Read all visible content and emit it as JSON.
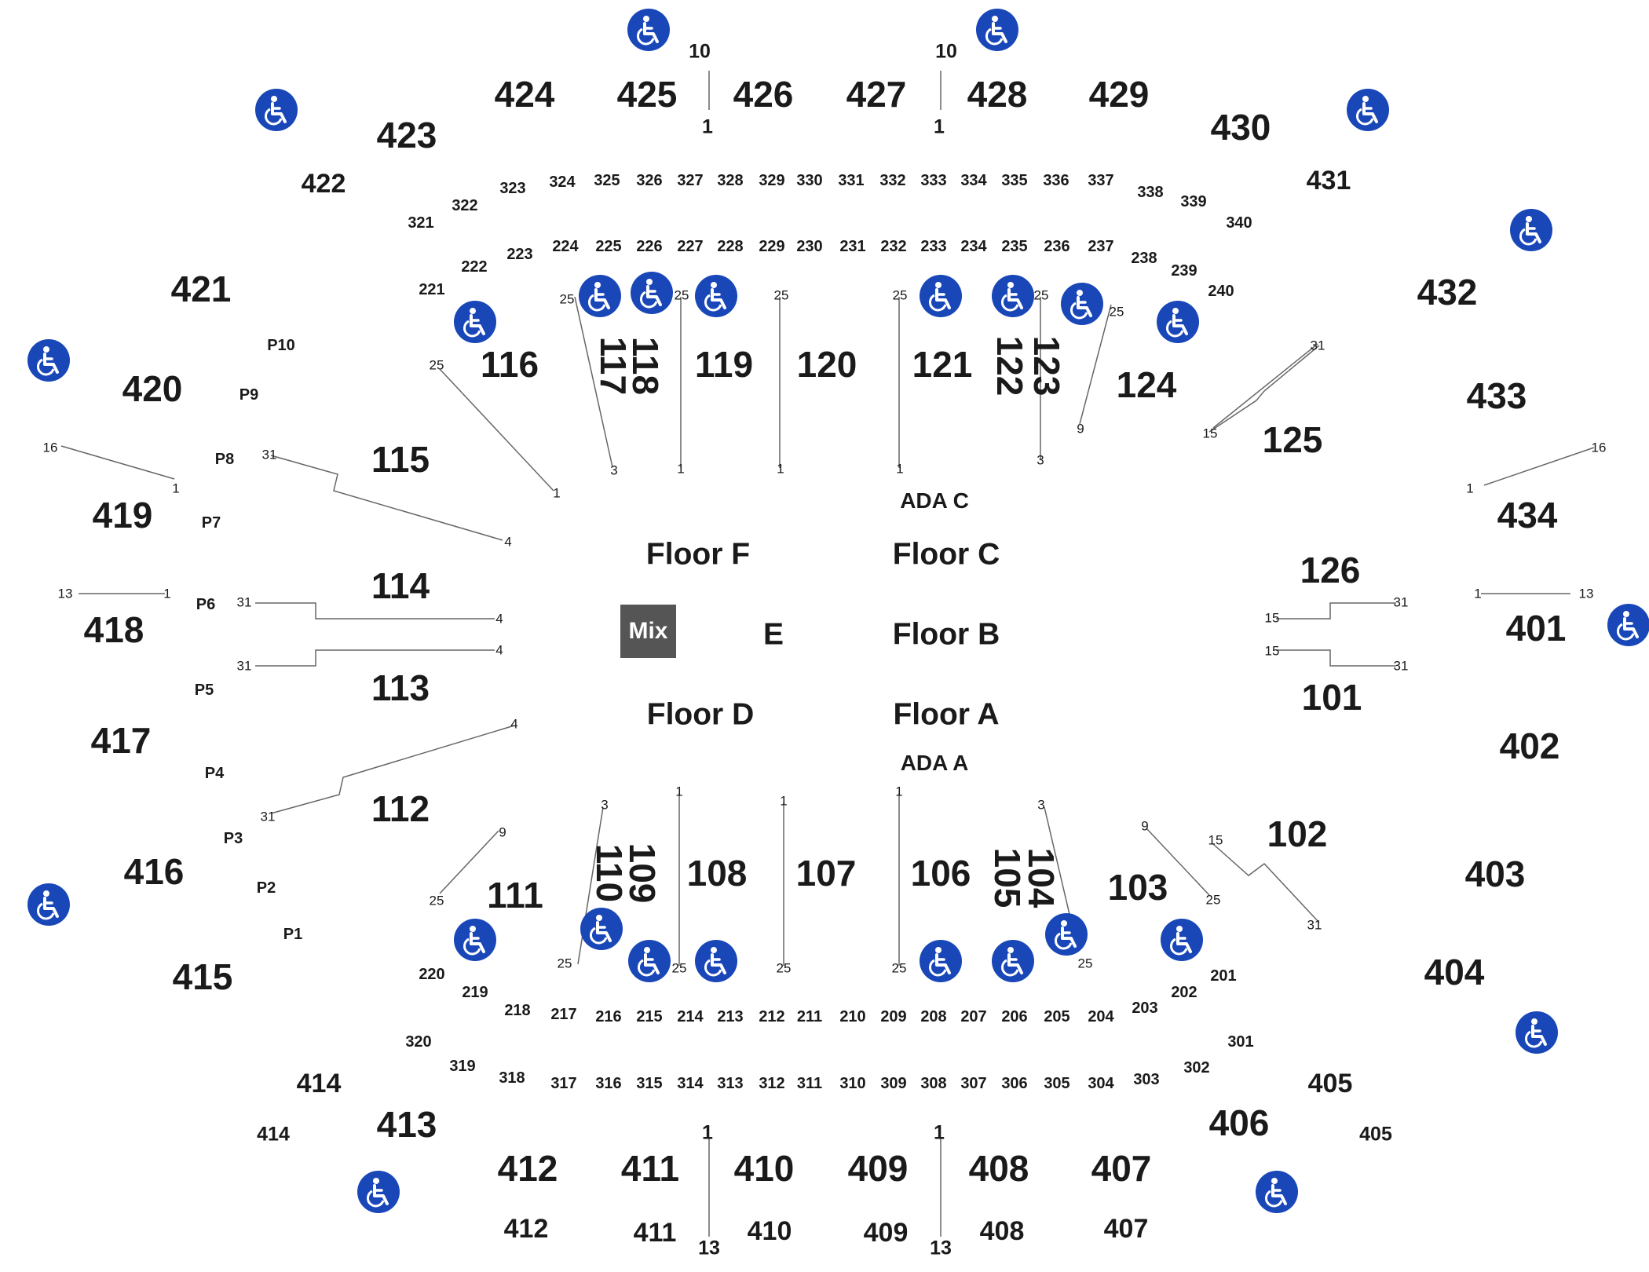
{
  "sections": {
    "s424": "424",
    "s425": "425",
    "s426": "426",
    "s427": "427",
    "s428": "428",
    "s429": "429",
    "s423": "423",
    "s430": "430",
    "s422": "422",
    "s431": "431",
    "s421": "421",
    "s432": "432",
    "s420": "420",
    "s433": "433",
    "s419": "419",
    "s434": "434",
    "s418": "418",
    "s401": "401",
    "s417": "417",
    "s402": "402",
    "s416": "416",
    "s403": "403",
    "s415": "415",
    "s404": "404",
    "s414": "414",
    "s414b": "414",
    "s405": "405",
    "s405b": "405",
    "s413": "413",
    "s406": "406",
    "s412": "412",
    "s412b": "412",
    "s411": "411",
    "s411b": "411",
    "s410": "410",
    "s410b": "410",
    "s409": "409",
    "s409b": "409",
    "s408": "408",
    "s408b": "408",
    "s407": "407",
    "s407b": "407",
    "s116": "116",
    "s117": "117",
    "s118": "118",
    "s119": "119",
    "s120": "120",
    "s121": "121",
    "s122": "122",
    "s123": "123",
    "s124": "124",
    "s125": "125",
    "s115": "115",
    "s114": "114",
    "s113": "113",
    "s112": "112",
    "s111": "111",
    "s110": "110",
    "s109": "109",
    "s108": "108",
    "s107": "107",
    "s106": "106",
    "s105": "105",
    "s104": "104",
    "s103": "103",
    "s102": "102",
    "s126": "126",
    "s101": "101"
  },
  "row300_top": [
    "321",
    "322",
    "323",
    "324",
    "325",
    "326",
    "327",
    "328",
    "329",
    "330",
    "331",
    "332",
    "333",
    "334",
    "335",
    "336",
    "337",
    "338",
    "339",
    "340"
  ],
  "row200_top": [
    "221",
    "222",
    "223",
    "224",
    "225",
    "226",
    "227",
    "228",
    "229",
    "230",
    "231",
    "232",
    "233",
    "234",
    "235",
    "236",
    "237",
    "238",
    "239",
    "240"
  ],
  "row200_bottom": [
    "220",
    "219",
    "218",
    "217",
    "216",
    "215",
    "214",
    "213",
    "212",
    "211",
    "210",
    "209",
    "208",
    "207",
    "206",
    "205",
    "204",
    "203",
    "202",
    "201"
  ],
  "row300_bottom": [
    "320",
    "319",
    "318",
    "317",
    "316",
    "315",
    "314",
    "313",
    "312",
    "311",
    "310",
    "309",
    "308",
    "307",
    "306",
    "305",
    "304",
    "303",
    "302",
    "301"
  ],
  "pit": [
    "P10",
    "P9",
    "P8",
    "P7",
    "P6",
    "P5",
    "P4",
    "P3",
    "P2",
    "P1"
  ],
  "floor": {
    "f": "Floor F",
    "c": "Floor C",
    "b": "Floor B",
    "a": "Floor A",
    "d": "Floor D",
    "e": "E",
    "mix": "Mix",
    "ada_c": "ADA C",
    "ada_a": "ADA A"
  },
  "rows": {
    "r10a": "10",
    "r1a": "1",
    "r10b": "10",
    "r1b": "1",
    "r1c": "1",
    "r13a": "13",
    "r1d": "1",
    "r13b": "13",
    "l16": "16",
    "l1a": "1",
    "l13": "13",
    "l1b": "1",
    "rt16": "16",
    "rt1a": "1",
    "rt1b": "1",
    "rt13": "13",
    "t25a": "25",
    "t25b": "25",
    "t25c": "25",
    "t25d": "25",
    "t25e": "25",
    "t25f": "25",
    "t25g": "25",
    "t3a": "3",
    "t1a": "1",
    "t1b": "1",
    "t1c": "1",
    "t3b": "3",
    "t1d": "1",
    "t9a": "9",
    "l31a": "31",
    "l4a": "4",
    "l31b": "31",
    "l4b": "4",
    "l31c": "31",
    "l4c": "4",
    "l31d": "31",
    "l4d": "4",
    "rt31a": "31",
    "rt15a": "15",
    "rt31b": "31",
    "rt15b": "15",
    "rt31c": "31",
    "rt15c": "15",
    "rt31d": "31",
    "rt15d": "15",
    "b3a": "3",
    "b1a": "1",
    "b1b": "1",
    "b1c": "1",
    "b3b": "3",
    "b9a": "9",
    "b9b": "9",
    "b25a": "25",
    "b25b": "25",
    "b25c": "25",
    "b25d": "25",
    "b25e": "25",
    "b25f": "25",
    "b25g": "25"
  },
  "colors": {
    "ada_blue": "#1947b8",
    "mix_gray": "#555555",
    "text": "#1a1a1a",
    "lines": "#666666"
  },
  "icons": {
    "accessible": "wheelchair-icon"
  }
}
